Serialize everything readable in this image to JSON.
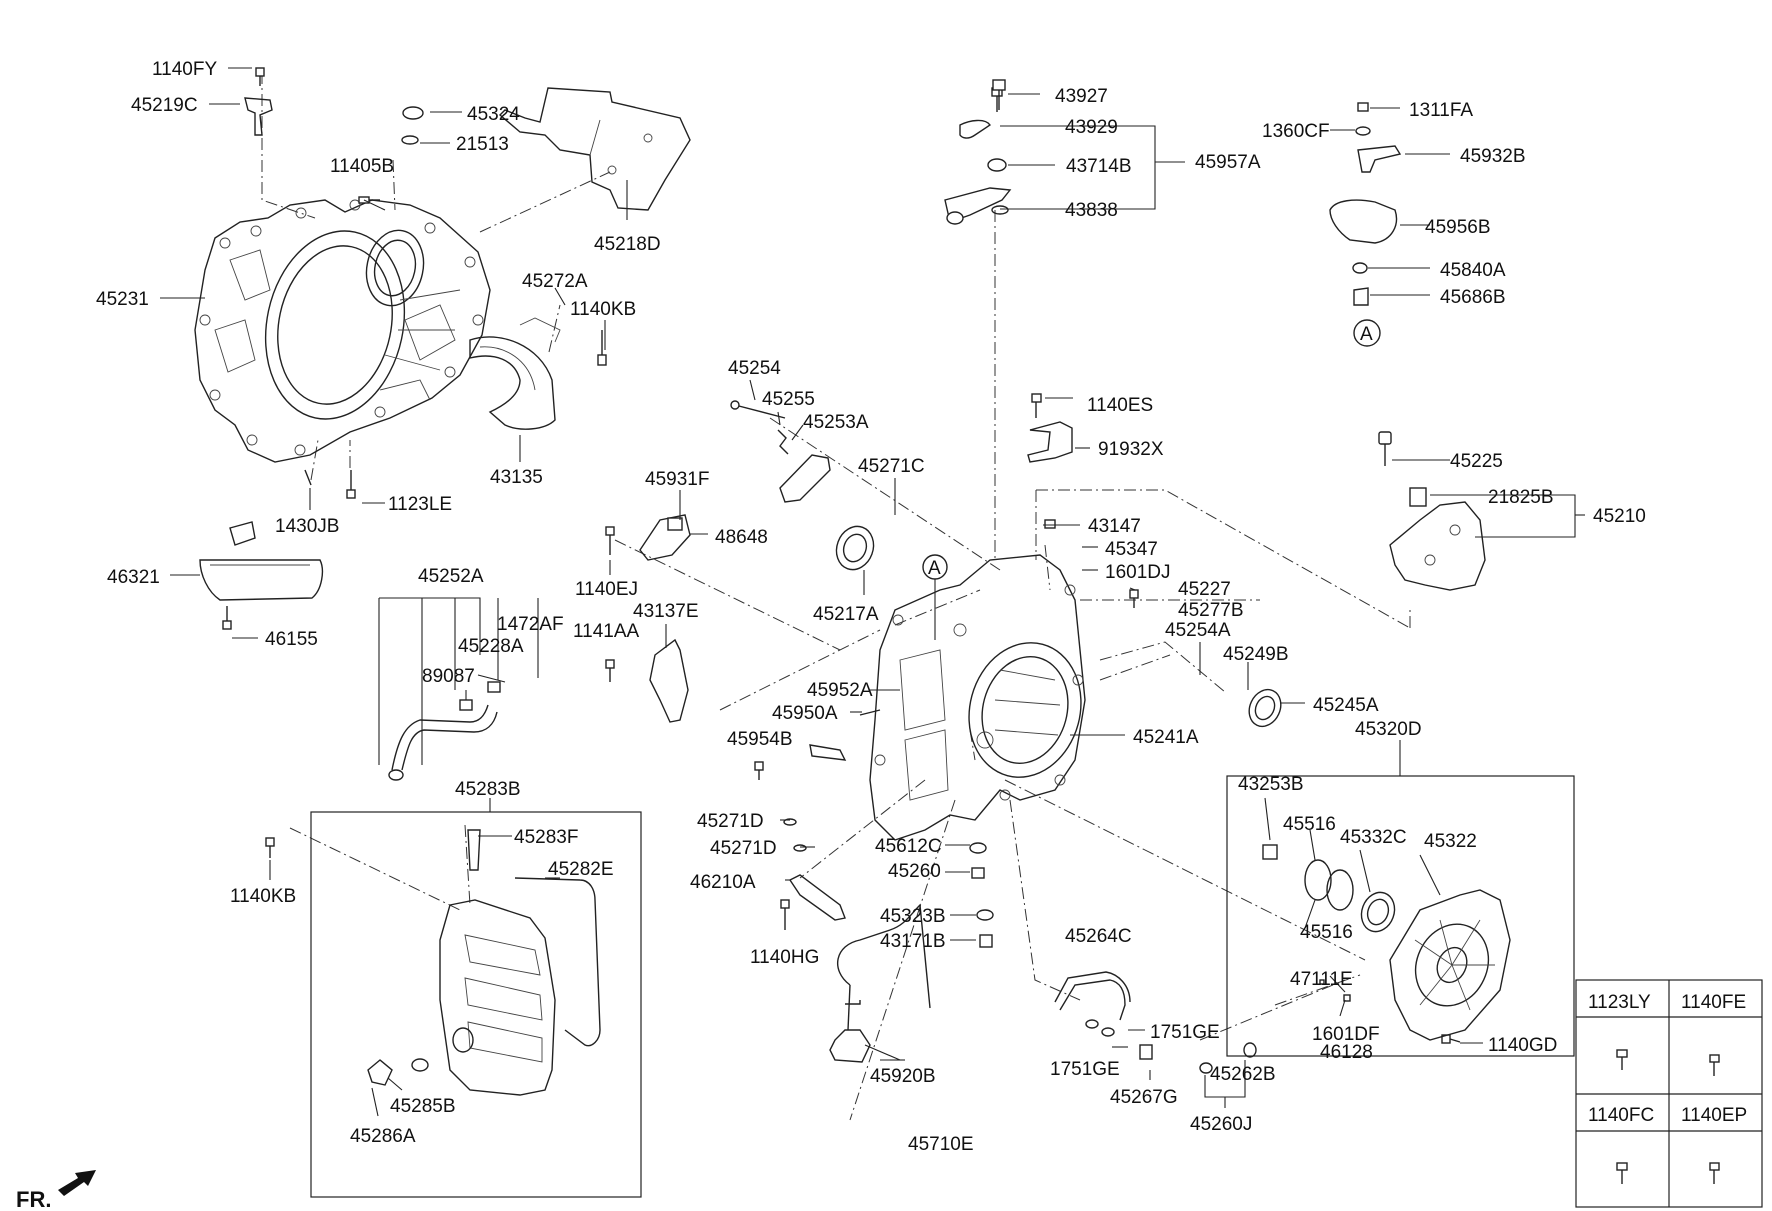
{
  "diagram": {
    "orientation_label": "FR.",
    "callout_label": "A",
    "part_labels": [
      "1140FY",
      "45219C",
      "45324",
      "21513",
      "11405B",
      "45218D",
      "45231",
      "45272A",
      "1140KB",
      "43135",
      "1123LE",
      "1430JB",
      "46321",
      "46155",
      "45254",
      "45255",
      "45253A",
      "45931F",
      "48648",
      "1140EJ",
      "45271C",
      "45217A",
      "43137E",
      "45252A",
      "1472AF",
      "1141AA",
      "45228A",
      "89087",
      "45283B",
      "45283F",
      "1140KB",
      "45282E",
      "45285B",
      "45286A",
      "43927",
      "43929",
      "43714B",
      "45957A",
      "43838",
      "1311FA",
      "1360CF",
      "45932B",
      "45956B",
      "45840A",
      "45686B",
      "1140ES",
      "91932X",
      "45225",
      "21825B",
      "45210",
      "43147",
      "45347",
      "1601DJ",
      "45227",
      "45277B",
      "45254A",
      "45249B",
      "45245A",
      "45952A",
      "45950A",
      "45954B",
      "45241A",
      "45320D",
      "45271D",
      "45271D",
      "45612C",
      "45260",
      "46210A",
      "45323B",
      "43171B",
      "1140HG",
      "45264C",
      "43253B",
      "45516",
      "45332C",
      "45322",
      "45516",
      "47111E",
      "1601DF",
      "46128",
      "1140GD",
      "1751GE",
      "1751GE",
      "45267G",
      "45262B",
      "45260J",
      "45920B",
      "45710E"
    ],
    "legend": {
      "cells": [
        "1123LY",
        "1140FE",
        "1140FC",
        "1140EP"
      ]
    }
  }
}
